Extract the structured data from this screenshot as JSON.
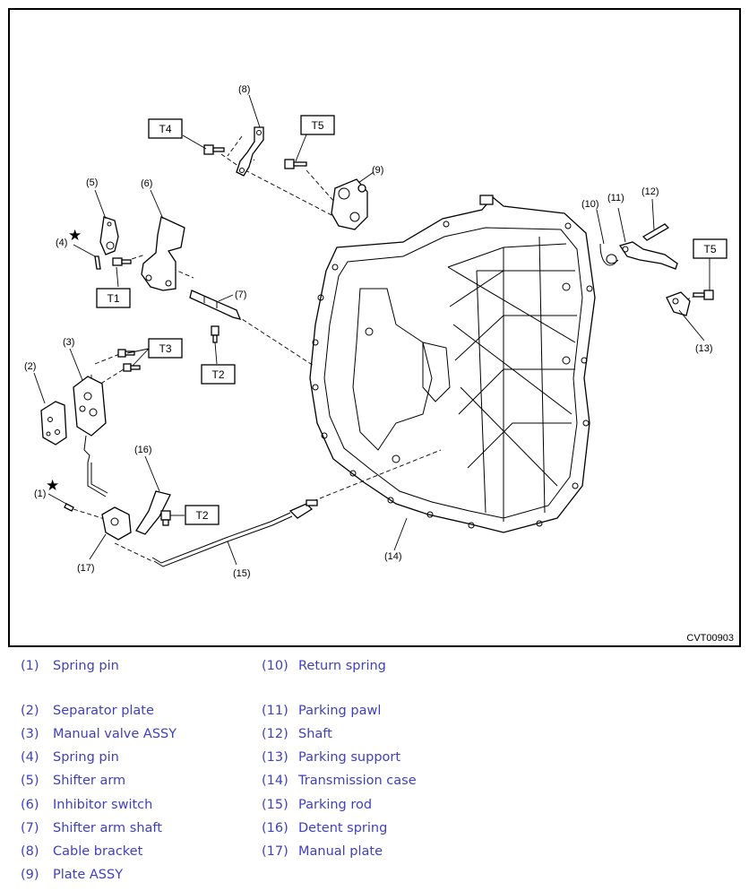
{
  "figure": {
    "code": "CVT00903",
    "callouts": {
      "c1": "(1)",
      "c2": "(2)",
      "c3": "(3)",
      "c4": "(4)",
      "c5": "(5)",
      "c6": "(6)",
      "c7": "(7)",
      "c8": "(8)",
      "c9": "(9)",
      "c10": "(10)",
      "c11": "(11)",
      "c12": "(12)",
      "c13": "(13)",
      "c14": "(14)",
      "c15": "(15)",
      "c16": "(16)",
      "c17": "(17)"
    },
    "torque_labels": {
      "t1": "T1",
      "t2a": "T2",
      "t2b": "T2",
      "t3": "T3",
      "t4": "T4",
      "t5a": "T5",
      "t5b": "T5"
    },
    "star_symbol": "★"
  },
  "legend": {
    "left": [
      {
        "num": "(1)",
        "name": "Spring pin"
      },
      {
        "num": "(2)",
        "name": "Separator plate"
      },
      {
        "num": "(3)",
        "name": "Manual valve ASSY"
      },
      {
        "num": "(4)",
        "name": "Spring pin"
      },
      {
        "num": "(5)",
        "name": "Shifter arm"
      },
      {
        "num": "(6)",
        "name": "Inhibitor switch"
      },
      {
        "num": "(7)",
        "name": "Shifter arm shaft"
      },
      {
        "num": "(8)",
        "name": "Cable bracket"
      },
      {
        "num": "(9)",
        "name": "Plate ASSY"
      }
    ],
    "right": [
      {
        "num": "(10)",
        "name": "Return spring"
      },
      {
        "num": "(11)",
        "name": "Parking pawl"
      },
      {
        "num": "(12)",
        "name": "Shaft"
      },
      {
        "num": "(13)",
        "name": "Parking support"
      },
      {
        "num": "(14)",
        "name": "Transmission case"
      },
      {
        "num": "(15)",
        "name": "Parking rod"
      },
      {
        "num": "(16)",
        "name": "Detent spring"
      },
      {
        "num": "(17)",
        "name": "Manual plate"
      }
    ]
  },
  "colors": {
    "legend_text": "#3f3fbf",
    "line": "#000000",
    "background": "#ffffff"
  }
}
